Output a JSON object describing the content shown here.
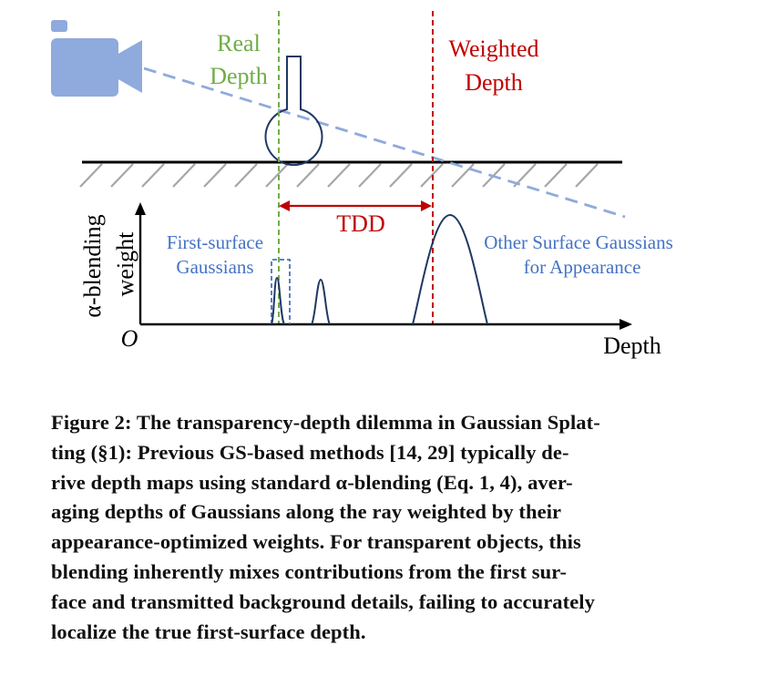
{
  "figure": {
    "labels": {
      "real_depth_line1": "Real",
      "real_depth_line2": "Depth",
      "weighted_depth_line1": "Weighted",
      "weighted_depth_line2": "Depth",
      "tdd": "TDD",
      "first_surface_line1": "First-surface",
      "first_surface_line2": "Gaussians",
      "other_surface_line1": "Other Surface Gaussians",
      "other_surface_line2": "for Appearance",
      "y_axis_line1": "α-blending",
      "y_axis_line2": "weight",
      "origin": "O",
      "x_axis": "Depth"
    },
    "colors": {
      "real_depth": "#70ad47",
      "weighted_depth": "#c00000",
      "camera": "#8faadc",
      "ray": "#8faadc",
      "gaussians": "#1f3864",
      "first_surface_text": "#4472c4",
      "hatch": "#a6a6a6"
    }
  },
  "caption": {
    "lines": [
      "Figure 2: The transparency-depth dilemma in Gaussian Splat-",
      "ting (§1): Previous GS-based methods [14, 29] typically de-",
      "rive depth maps using standard α-blending (Eq. 1, 4), aver-",
      "aging depths of Gaussians along the ray weighted by their",
      "appearance-optimized weights. For transparent objects, this",
      "blending inherently mixes contributions from the first sur-",
      "face and transmitted background details, failing to accurately",
      "localize the true first-surface depth."
    ]
  }
}
